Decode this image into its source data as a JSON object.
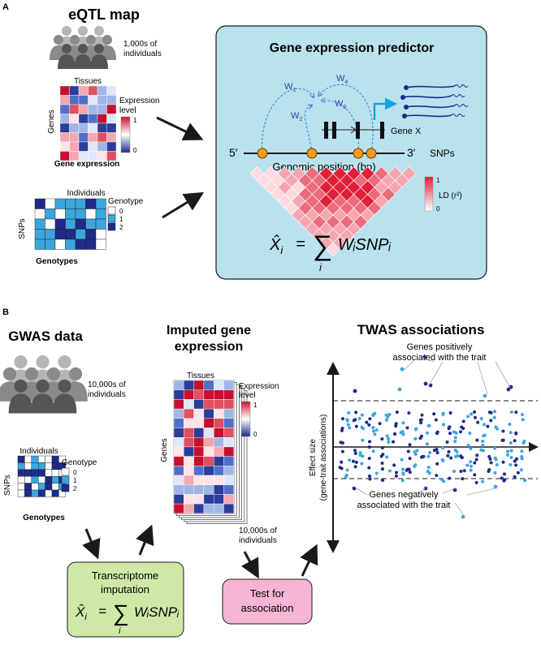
{
  "panel_a": {
    "letter": "A",
    "title": "eQTL map",
    "crowd_label_1": "1,000s of",
    "crowd_label_2": "individuals",
    "tissues_label": "Tissues",
    "genes_label": "Genes",
    "expr_legend_1": "Expression",
    "expr_legend_2": "level",
    "expr_scale_max": "1",
    "expr_scale_min": "0",
    "gene_expression_label": "Gene expression",
    "individuals_label": "Individuals",
    "snps_label": "SNPs",
    "genotype_legend": "Genotype",
    "genotype_values": [
      "0",
      "1",
      "2"
    ],
    "genotypes_label": "Genotypes",
    "predictor": {
      "title": "Gene expression predictor",
      "weights": [
        "W",
        "W",
        "W",
        "W"
      ],
      "weight_subscripts": [
        "1",
        "2",
        "3",
        "4"
      ],
      "gene_label": "Gene X",
      "five_prime": "5′",
      "three_prime": "3′",
      "snps_label": "SNPs",
      "axis_label": "Genomic position (bp)",
      "ld_label": "LD (r²)",
      "ld_max": "1",
      "ld_min": "0",
      "formula_lhs": "X̂",
      "formula_lhs_sub": "i",
      "formula_eq": "=",
      "formula_sum": "∑",
      "formula_sum_sub": "i",
      "formula_rhs": "WᵢSNPᵢ"
    }
  },
  "panel_b": {
    "letter": "B",
    "gwas_title": "GWAS data",
    "crowd_label_1": "10,000s of",
    "crowd_label_2": "individuals",
    "individuals_label": "Individuals",
    "snps_label": "SNPs",
    "genotype_legend": "Genotype",
    "genotype_values": [
      "0",
      "1",
      "2"
    ],
    "genotypes_label": "Genotypes",
    "imputed_title_1": "Imputed gene",
    "imputed_title_2": "expression",
    "tissues_label": "Tissues",
    "genes_label": "Genes",
    "expr_legend_1": "Expression",
    "expr_legend_2": "level",
    "expr_scale_max": "1",
    "expr_scale_min": "0",
    "stack_label_1": "10,000s of",
    "stack_label_2": "individuals",
    "twas_title": "TWAS associations",
    "pos_label_1": "Genes positively",
    "pos_label_2": "associated with the trait",
    "neg_label_1": "Genes negatively",
    "neg_label_2": "associated with the trait",
    "y_axis_label_1": "Effect size",
    "y_axis_label_2": "(gene-trait associations)",
    "transcriptome_box_1": "Transcriptome",
    "transcriptome_box_2": "imputation",
    "formula_lhs": "X̂",
    "formula_lhs_sub": "i",
    "formula_eq": "=",
    "formula_sum": "∑",
    "formula_sum_sub": "i",
    "formula_rhs": "WᵢSNPᵢ",
    "test_box_1": "Test for",
    "test_box_2": "association"
  },
  "colors": {
    "predictor_bg": "#b9e2ee",
    "transcriptome_bg": "#cfe8a7",
    "test_bg": "#f6b5d3",
    "snp_orange": "#f19a1c",
    "light_blue": "#3aa6dd",
    "dark_blue": "#202a8c",
    "ld_red": "#e0203a",
    "weight_blue": "#2f7fcf"
  }
}
